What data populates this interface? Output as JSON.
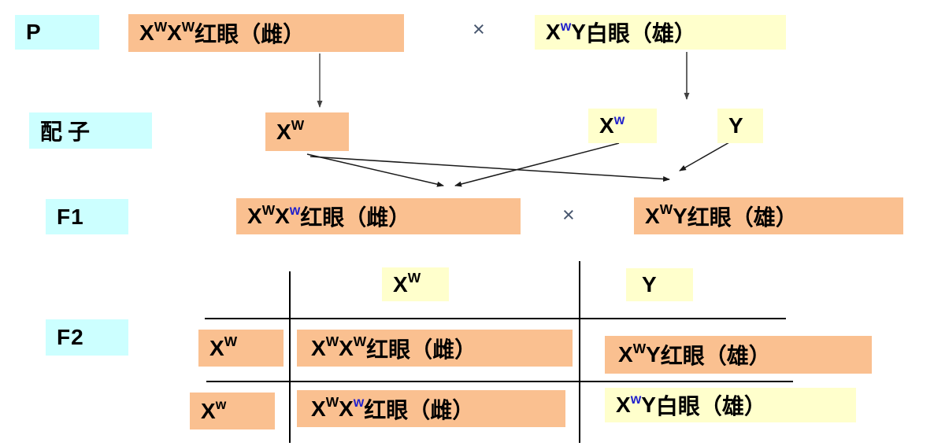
{
  "colors": {
    "cyan": "#CCFFFF",
    "orange": "#FAC090",
    "yellow": "#FFFFCC",
    "allele_blue": "#2222CC",
    "line_black": "#1a1a1a",
    "arrow_gray": "#595959"
  },
  "labels": {
    "p": "P",
    "gametes": "配子",
    "f1": "F1",
    "f2": "F2",
    "cross_p": "×",
    "cross_f1": "×"
  },
  "genotypes": {
    "p_female": {
      "bg": "orange",
      "segments": [
        {
          "t": "X"
        },
        {
          "t": "W",
          "sup": true
        },
        {
          "t": "X"
        },
        {
          "t": "W",
          "sup": true
        },
        {
          "t": "红眼（雌）"
        }
      ]
    },
    "p_male": {
      "bg": "yellow",
      "segments": [
        {
          "t": "X"
        },
        {
          "t": "w",
          "sup": true,
          "blue": true
        },
        {
          "t": "Y"
        },
        {
          "t": "白眼（雄）"
        }
      ]
    },
    "gamete_xw_female": {
      "bg": "orange",
      "segments": [
        {
          "t": "X"
        },
        {
          "t": "W",
          "sup": true
        }
      ]
    },
    "gamete_xw_male": {
      "bg": "yellow",
      "segments": [
        {
          "t": "X"
        },
        {
          "t": "w",
          "sup": true,
          "blue": true
        }
      ]
    },
    "gamete_y_male": {
      "bg": "yellow",
      "segments": [
        {
          "t": "Y"
        }
      ]
    },
    "f1_female": {
      "bg": "orange",
      "segments": [
        {
          "t": "X"
        },
        {
          "t": "W",
          "sup": true
        },
        {
          "t": "X"
        },
        {
          "t": "w",
          "sup": true,
          "blue": true
        },
        {
          "t": "红眼（雌）"
        }
      ]
    },
    "f1_male": {
      "bg": "orange",
      "segments": [
        {
          "t": "X"
        },
        {
          "t": "W",
          "sup": true
        },
        {
          "t": "Y"
        },
        {
          "t": "红眼（雄）"
        }
      ]
    },
    "f2_col_xw": {
      "bg": "yellow",
      "segments": [
        {
          "t": "X"
        },
        {
          "t": "W",
          "sup": true
        }
      ]
    },
    "f2_col_y": {
      "bg": "yellow",
      "segments": [
        {
          "t": "Y"
        }
      ]
    },
    "f2_row_xw_upper": {
      "bg": "orange",
      "segments": [
        {
          "t": "X"
        },
        {
          "t": "W",
          "sup": true
        }
      ]
    },
    "f2_row_xw_lower": {
      "bg": "orange",
      "segments": [
        {
          "t": "X"
        },
        {
          "t": "w",
          "sup": true
        }
      ]
    },
    "f2_cell_r1c1": {
      "bg": "orange",
      "segments": [
        {
          "t": "X"
        },
        {
          "t": "W",
          "sup": true
        },
        {
          "t": "X"
        },
        {
          "t": "W",
          "sup": true
        },
        {
          "t": "红眼（雌）"
        }
      ]
    },
    "f2_cell_r1c2": {
      "bg": "orange",
      "segments": [
        {
          "t": "X"
        },
        {
          "t": "W",
          "sup": true
        },
        {
          "t": "Y"
        },
        {
          "t": "红眼（雄）"
        }
      ]
    },
    "f2_cell_r2c1": {
      "bg": "orange",
      "segments": [
        {
          "t": "X"
        },
        {
          "t": "W",
          "sup": true
        },
        {
          "t": "X"
        },
        {
          "t": "w",
          "sup": true,
          "blue": true
        },
        {
          "t": "红眼（雌）"
        }
      ]
    },
    "f2_cell_r2c2": {
      "bg": "yellow",
      "segments": [
        {
          "t": "X"
        },
        {
          "t": "w",
          "sup": true,
          "blue": true
        },
        {
          "t": "Y"
        },
        {
          "t": "白眼（雄）"
        }
      ]
    }
  }
}
